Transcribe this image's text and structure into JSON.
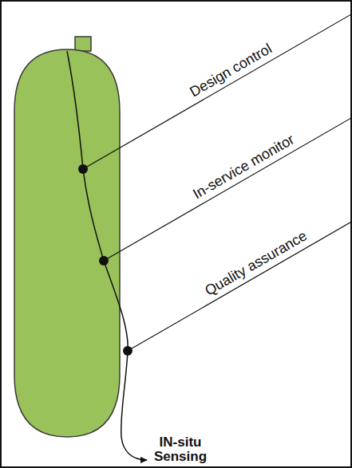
{
  "diagram": {
    "labels": [
      "Design control",
      "In-service monitor",
      "Quality assurance",
      "IN-situ Sensing"
    ]
  }
}
